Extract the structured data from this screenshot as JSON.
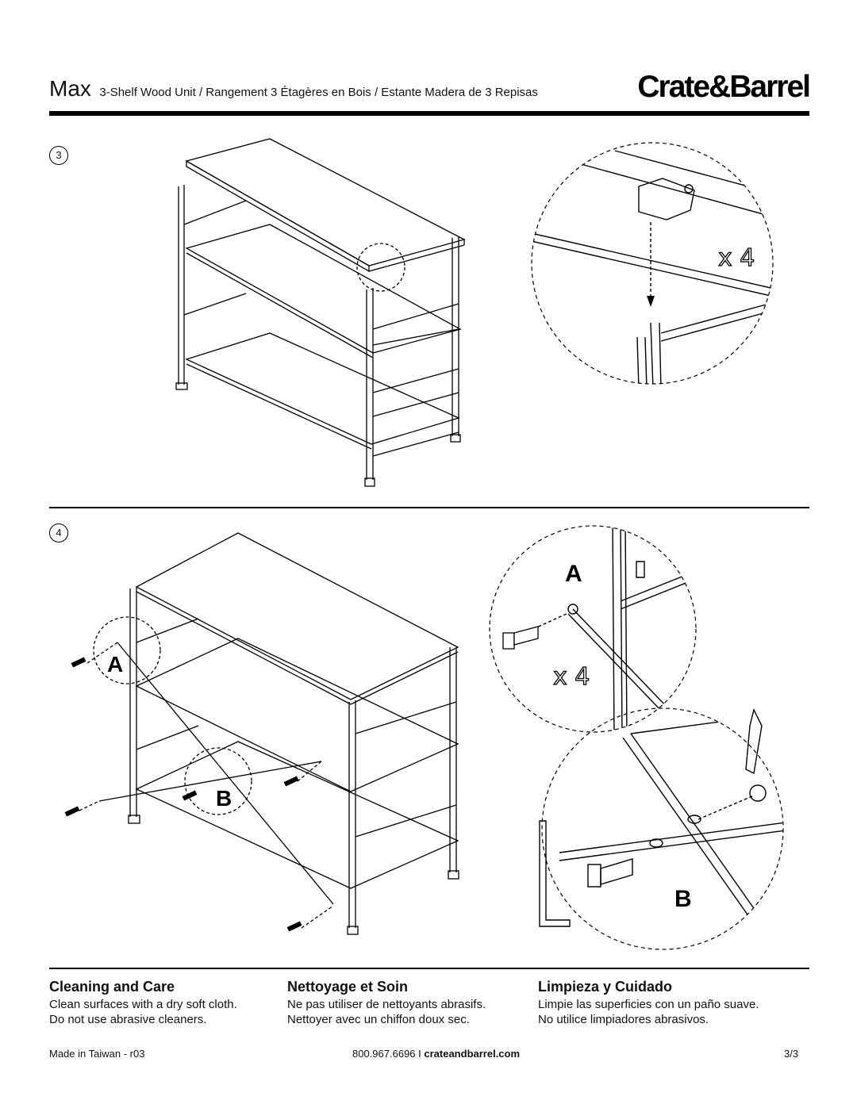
{
  "header": {
    "product_name": "Max",
    "subtitle": "3-Shelf Wood Unit / Rangement 3 Étagères en Bois / Estante Madera de 3 Repisas",
    "brand": "Crate&Barrel"
  },
  "steps": [
    {
      "number": "3",
      "callout_qty": "x 4"
    },
    {
      "number": "4",
      "callout_a": "A",
      "callout_b": "B",
      "callout_qty": "x 4"
    }
  ],
  "care": [
    {
      "heading": "Cleaning and Care",
      "line1": "Clean surfaces with a dry soft cloth.",
      "line2": "Do not use abrasive cleaners."
    },
    {
      "heading": "Nettoyage et Soin",
      "line1": "Ne pas utiliser de nettoyants abrasifs.",
      "line2": "Nettoyer avec un chiffon doux sec."
    },
    {
      "heading": "Limpieza y Cuidado",
      "line1": "Limpie las superficies con un paño suave.",
      "line2": "No utilice limpiadores abrasivos."
    }
  ],
  "footer": {
    "made_in": "Made in Taiwan - r03",
    "phone": "800.967.6696 I",
    "website": "crateandbarrel.com",
    "page": "3/3"
  }
}
